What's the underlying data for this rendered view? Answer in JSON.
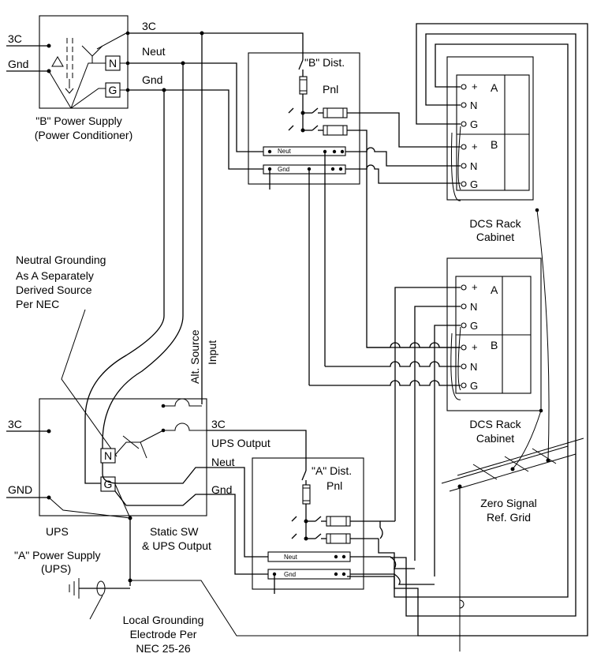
{
  "b_supply": {
    "in_3c": "3C",
    "in_gnd": "Gnd",
    "out_3c": "3C",
    "out_neut": "Neut",
    "out_gnd": "Gnd",
    "n_term": "N",
    "g_term": "G",
    "caption_1": "\"B\" Power Supply",
    "caption_2": "(Power Conditioner)"
  },
  "b_panel": {
    "title_1": "\"B\" Dist.",
    "title_2": "Pnl",
    "neut_bus": "Neut",
    "gnd_bus": "Gnd"
  },
  "a_panel": {
    "title_1": "\"A\" Dist.",
    "title_2": "Pnl",
    "neut_bus": "Neut",
    "gnd_bus": "Gnd"
  },
  "rack_1": {
    "section_a": "A",
    "section_b": "B",
    "plus": "+",
    "n": "N",
    "g": "G",
    "caption_1": "DCS Rack",
    "caption_2": "Cabinet"
  },
  "rack_2": {
    "section_a": "A",
    "section_b": "B",
    "plus": "+",
    "n": "N",
    "g": "G",
    "caption_1": "DCS Rack",
    "caption_2": "Cabinet"
  },
  "annotation": {
    "line_1": "Neutral Grounding",
    "line_2": "As A Separately",
    "line_3": "Derived Source",
    "line_4": "Per NEC"
  },
  "alt_source": {
    "line_1": "Alt. Source",
    "line_2": "Input"
  },
  "ups": {
    "in_3c": "3C",
    "in_gnd": "GND",
    "label": "UPS",
    "n_term": "N",
    "g_term": "G",
    "out_3c": "3C",
    "out_title": "UPS Output",
    "out_neut": "Neut",
    "out_gnd": "Gnd",
    "static_1": "Static SW",
    "static_2": "& UPS Output"
  },
  "a_supply": {
    "line_1": "\"A\"  Power Supply",
    "line_2": "(UPS)"
  },
  "electrode": {
    "line_1": "Local Grounding",
    "line_2": "Electrode Per",
    "line_3": "NEC 25-26"
  },
  "zero_grid": {
    "line_1": "Zero Signal",
    "line_2": "Ref. Grid"
  },
  "colors": {
    "line": "#000000",
    "background": "#ffffff"
  }
}
